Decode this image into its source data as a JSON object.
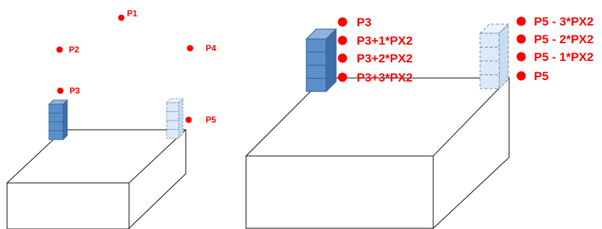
{
  "colors": {
    "point": "#ff0000",
    "label": "#ff0000",
    "box_stroke": "#000000",
    "solid_stack_fill": "#5b8fc9",
    "solid_stack_side": "#3f6fa8",
    "solid_stack_top": "#8db3dd",
    "solid_stack_stroke": "#2e5e96",
    "dashed_stack_fill": "#dce9f6",
    "dashed_stack_stroke": "#5f86b3"
  },
  "left_panel": {
    "points": [
      "P1",
      "P2",
      "P4",
      "P3",
      "P5"
    ]
  },
  "right_panel": {
    "left_column": [
      "P3",
      "P3+1*PX2",
      "P3+2*PX2",
      "P3+3*PX2"
    ],
    "right_column": [
      "P5 - 3*PX2",
      "P5 - 2*PX2",
      "P5 - 1*PX2",
      "P5"
    ]
  }
}
